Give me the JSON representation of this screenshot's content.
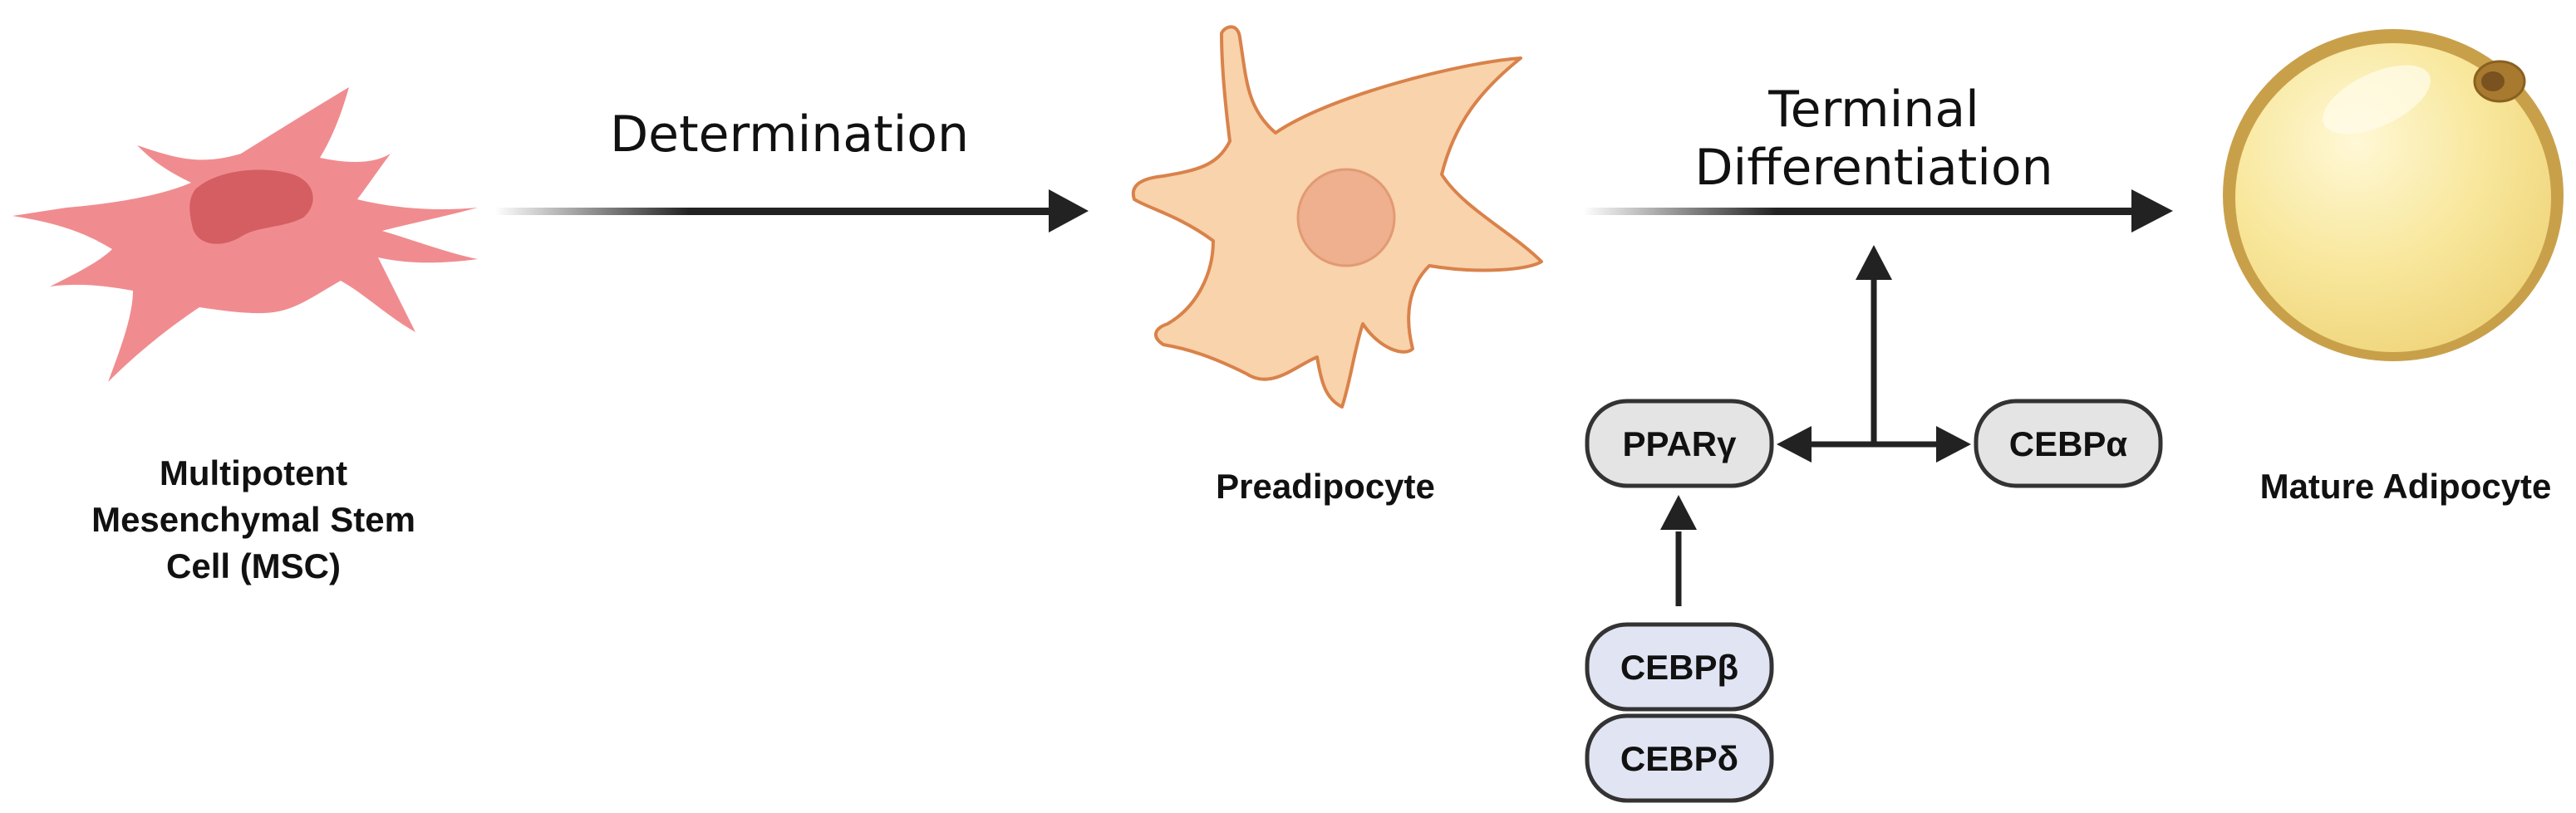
{
  "diagram": {
    "stages": {
      "msc": {
        "label_lines": [
          "Multipotent",
          "Mesenchymal Stem",
          "Cell (MSC)"
        ]
      },
      "preadipocyte": {
        "label": "Preadipocyte"
      },
      "mature": {
        "label": "Mature Adipocyte"
      }
    },
    "arrows": {
      "determination": {
        "label": "Determination"
      },
      "terminal": {
        "label_lines": [
          "Terminal",
          "Differentiation"
        ]
      }
    },
    "factors": {
      "ppar": "PPARγ",
      "cebpa": "CEBPα",
      "cebpb": "CEBPβ",
      "cebpd": "CEBPδ"
    }
  },
  "colors": {
    "msc_body": "#F08C8F",
    "msc_outline": "#E07478",
    "msc_nucleus": "#D45E62",
    "pre_body": "#F8D3AC",
    "pre_outline": "#D9824A",
    "pre_nucleus": "#EEB08E",
    "adipo_rim": "#C9A04A",
    "adipo_fill": "#F8E79C",
    "factor_gray": "#E4E4E4",
    "factor_blue": "#E1E4F3",
    "factor_outline": "#333333",
    "arrow": "#222222"
  }
}
